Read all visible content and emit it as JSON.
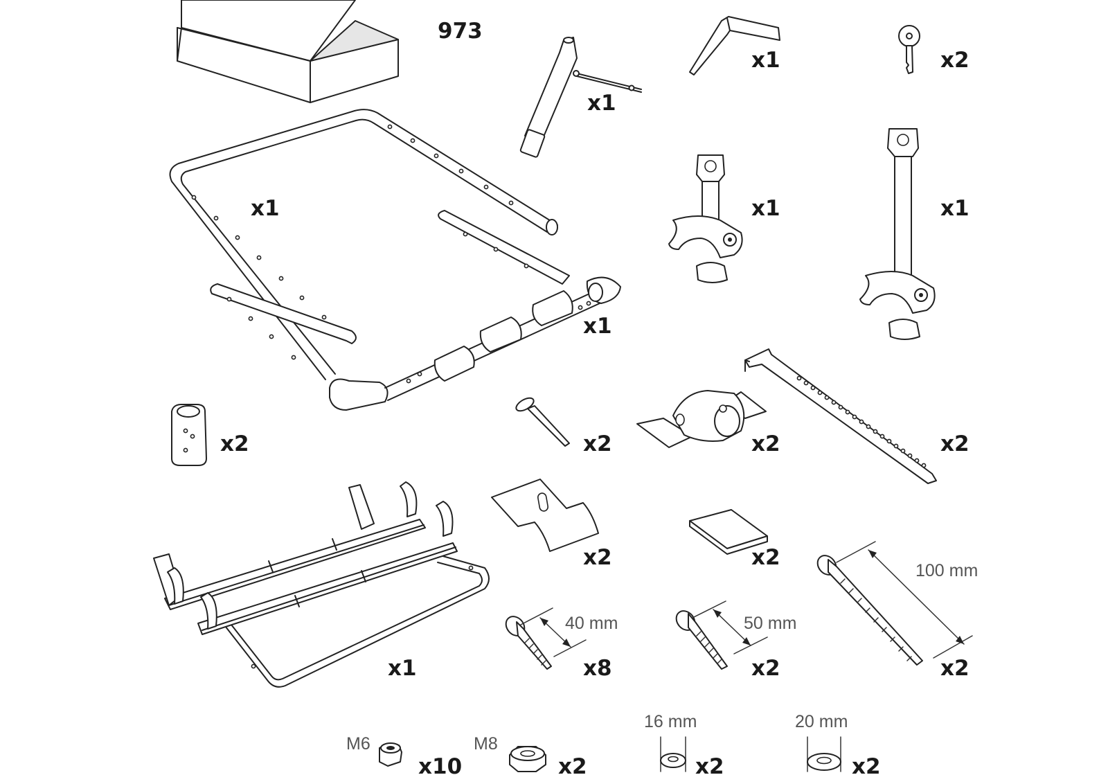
{
  "box_number": "973",
  "parts": [
    {
      "id": "box",
      "icon": "parts-box-icon"
    },
    {
      "id": "frame",
      "icon": "main-frame-icon",
      "qty": "x1"
    },
    {
      "id": "bumper",
      "icon": "rubber-bumper-rail-icon",
      "qty": "x1"
    },
    {
      "id": "socket-wrench",
      "icon": "socket-wrench-icon",
      "qty": "x1"
    },
    {
      "id": "hex-key",
      "icon": "hex-key-icon",
      "qty": "x1"
    },
    {
      "id": "key",
      "icon": "lock-key-icon",
      "qty": "x2"
    },
    {
      "id": "short-arm",
      "icon": "short-frame-holder-icon",
      "qty": "x1"
    },
    {
      "id": "long-arm",
      "icon": "long-frame-holder-icon",
      "qty": "x1"
    },
    {
      "id": "end-cap",
      "icon": "end-cap-icon",
      "qty": "x2"
    },
    {
      "id": "pin",
      "icon": "pin-icon",
      "qty": "x2"
    },
    {
      "id": "clamp",
      "icon": "clamp-icon",
      "qty": "x2"
    },
    {
      "id": "strap",
      "icon": "wheel-strap-icon",
      "qty": "x2"
    },
    {
      "id": "bracket",
      "icon": "bracket-icon",
      "qty": "x2"
    },
    {
      "id": "pad",
      "icon": "rubber-pad-icon",
      "qty": "x2"
    },
    {
      "id": "wheel-tray",
      "icon": "wheel-tray-icon",
      "qty": "x1"
    },
    {
      "id": "bolt-40",
      "icon": "bolt-40mm-icon",
      "qty": "x8",
      "dimension": "40 mm"
    },
    {
      "id": "bolt-50",
      "icon": "bolt-50mm-icon",
      "qty": "x2",
      "dimension": "50 mm"
    },
    {
      "id": "bolt-100",
      "icon": "bolt-100mm-icon",
      "qty": "x2",
      "dimension": "100 mm"
    },
    {
      "id": "nut-m6",
      "icon": "nut-m6-icon",
      "qty": "x10",
      "size": "M6"
    },
    {
      "id": "nut-m8",
      "icon": "nut-m8-icon",
      "qty": "x2",
      "size": "M8"
    },
    {
      "id": "washer-16",
      "icon": "washer-16mm-icon",
      "qty": "x2",
      "dimension": "16 mm"
    },
    {
      "id": "washer-20",
      "icon": "washer-20mm-icon",
      "qty": "x2",
      "dimension": "20 mm"
    }
  ]
}
